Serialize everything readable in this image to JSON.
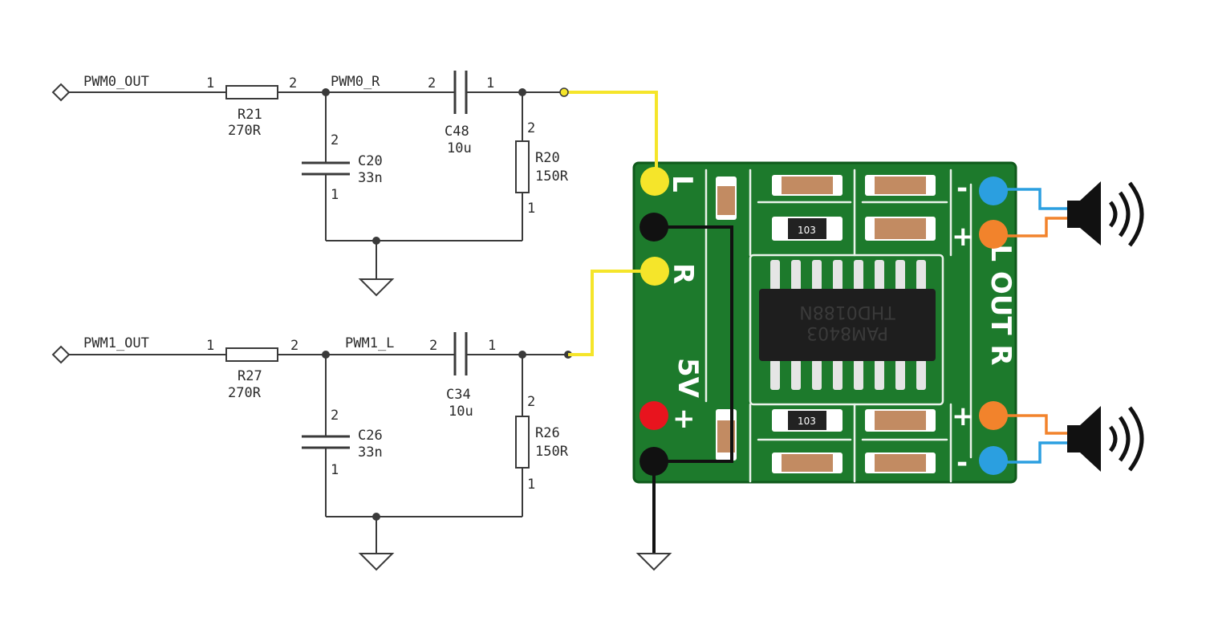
{
  "colors": {
    "wire": "#3a3a3a",
    "signal_wire": "#f5e52a",
    "ground_wire": "#111111",
    "power_pad": "#e8141e",
    "speaker_wire_blue": "#2b9fe0",
    "speaker_wire_orange": "#f2832c",
    "pcb": "#1d7a2c"
  },
  "schematic": {
    "channel0": {
      "port": "PWM0_OUT",
      "net": "PWM0_R",
      "r_series": {
        "ref": "R21",
        "value": "270R"
      },
      "c_shunt": {
        "ref": "C20",
        "value": "33n"
      },
      "c_coupling": {
        "ref": "C48",
        "value": "10u"
      },
      "r_load": {
        "ref": "R20",
        "value": "150R"
      }
    },
    "channel1": {
      "port": "PWM1_OUT",
      "net": "PWM1_L",
      "r_series": {
        "ref": "R27",
        "value": "270R"
      },
      "c_shunt": {
        "ref": "C26",
        "value": "33n"
      },
      "c_coupling": {
        "ref": "C34",
        "value": "10u"
      },
      "r_load": {
        "ref": "R26",
        "value": "150R"
      }
    },
    "pin1": "1",
    "pin2": "2"
  },
  "module": {
    "chip_line1": "PAM8403",
    "chip_line2": "THD0188N",
    "label_l": "L",
    "label_r": "R",
    "label_5v": "5V",
    "label_out": "L OUT R",
    "plus": "+",
    "minus": "-",
    "smd_code": "103"
  },
  "icons": {
    "speaker": "speaker-icon",
    "ground": "ground-icon",
    "port": "port-diamond-icon"
  }
}
